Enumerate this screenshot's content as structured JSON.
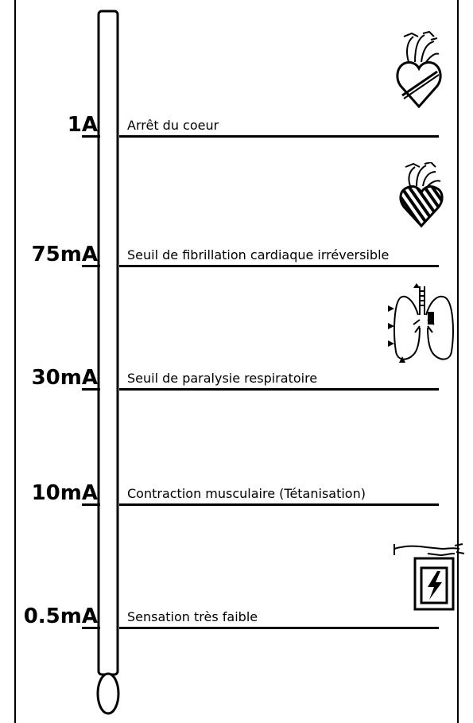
{
  "levels": [
    {
      "value": "1A",
      "label": "Arrêt du coeur",
      "icon": "heart-stopped-icon"
    },
    {
      "value": "75mA",
      "label": "Seuil de fibrillation cardiaque irréversible",
      "icon": "heart-fibrillation-icon"
    },
    {
      "value": "30mA",
      "label": "Seuil de paralysie respiratoire",
      "icon": "lungs-icon"
    },
    {
      "value": "10mA",
      "label": "Contraction musculaire (Tétanisation)",
      "icon": null
    },
    {
      "value": "0.5mA",
      "label": "Sensation très faible",
      "icon": "hand-shock-icon"
    }
  ],
  "colors": {
    "ink": "#000000",
    "background": "#ffffff"
  }
}
